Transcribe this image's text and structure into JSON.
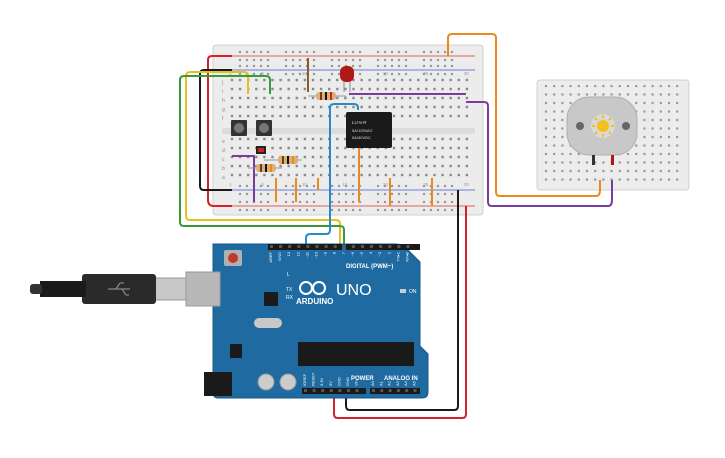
{
  "relay": {
    "label_line1": "LU-5-R",
    "label_line2": "5A/125VAC",
    "label_line3": "5A/30VDC"
  },
  "arduino": {
    "logo_text": "ARDUINO",
    "model": "UNO",
    "digital_label": "DIGITAL (PWM~)",
    "power_label": "POWER",
    "analog_label": "ANALOG IN",
    "on_label": "ON",
    "l_label": "L",
    "tx_label": "TX",
    "rx_label": "RX",
    "top_pins": [
      "AREF",
      "GND",
      "13",
      "12",
      "~11",
      "~10",
      "~9",
      "8",
      "7",
      "~6",
      "~5",
      "4",
      "~3",
      "2",
      "TX▸1",
      "RX◂0"
    ],
    "bottom_pins": [
      "IOREF",
      "RESET",
      "3.3V",
      "5V",
      "GND",
      "GND",
      "Vin",
      "A0",
      "A1",
      "A2",
      "A3",
      "A4",
      "A5"
    ]
  },
  "breadboard": {
    "row_letters_top": [
      "j",
      "i",
      "h",
      "g",
      "f"
    ],
    "row_letters_bottom": [
      "e",
      "d",
      "c",
      "b",
      "a"
    ],
    "column_numbers": [
      "1",
      "",
      "",
      "",
      "5",
      "",
      "",
      "",
      "",
      "10",
      "",
      "",
      "",
      "",
      "15",
      "",
      "",
      "",
      "",
      "20",
      "",
      "",
      "",
      "",
      "25",
      "",
      "",
      "",
      "",
      "30"
    ]
  },
  "colors": {
    "wire_red": "#d6202a",
    "wire_black": "#1a1a1a",
    "wire_orange": "#e98a1e",
    "wire_purple": "#7a3aa0",
    "wire_green": "#3a9a3a",
    "wire_yellow": "#e6c020",
    "wire_blue": "#2a8ac8",
    "board": "#1f6aa0",
    "led": "#b01818"
  }
}
